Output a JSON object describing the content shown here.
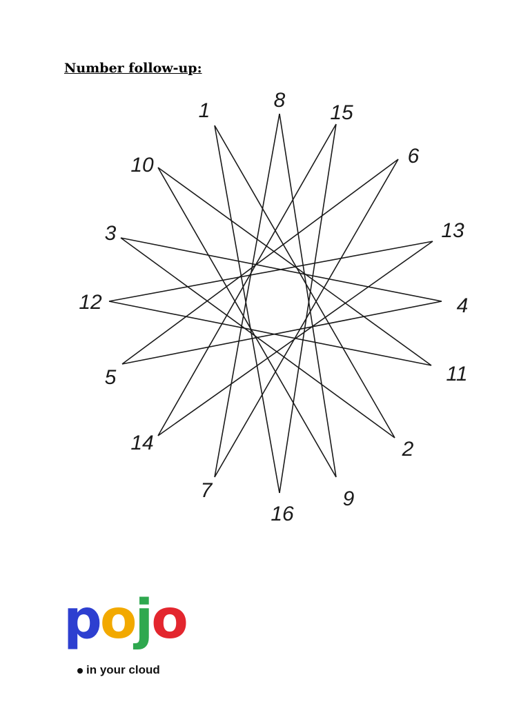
{
  "heading": "Number follow-up:",
  "puzzle": {
    "labels": [
      "1",
      "2",
      "3",
      "4",
      "5",
      "6",
      "7",
      "8",
      "9",
      "10",
      "11",
      "12",
      "13",
      "14",
      "15",
      "16"
    ],
    "line_color": "#1a1a1a",
    "label_color": "#1a1a1a"
  },
  "logo": {
    "letters": [
      "p",
      "o",
      "j",
      "o"
    ],
    "letter_colors": [
      "#2d3fd0",
      "#f2a900",
      "#2fa84f",
      "#e3262e"
    ],
    "tagline": "in your cloud"
  }
}
